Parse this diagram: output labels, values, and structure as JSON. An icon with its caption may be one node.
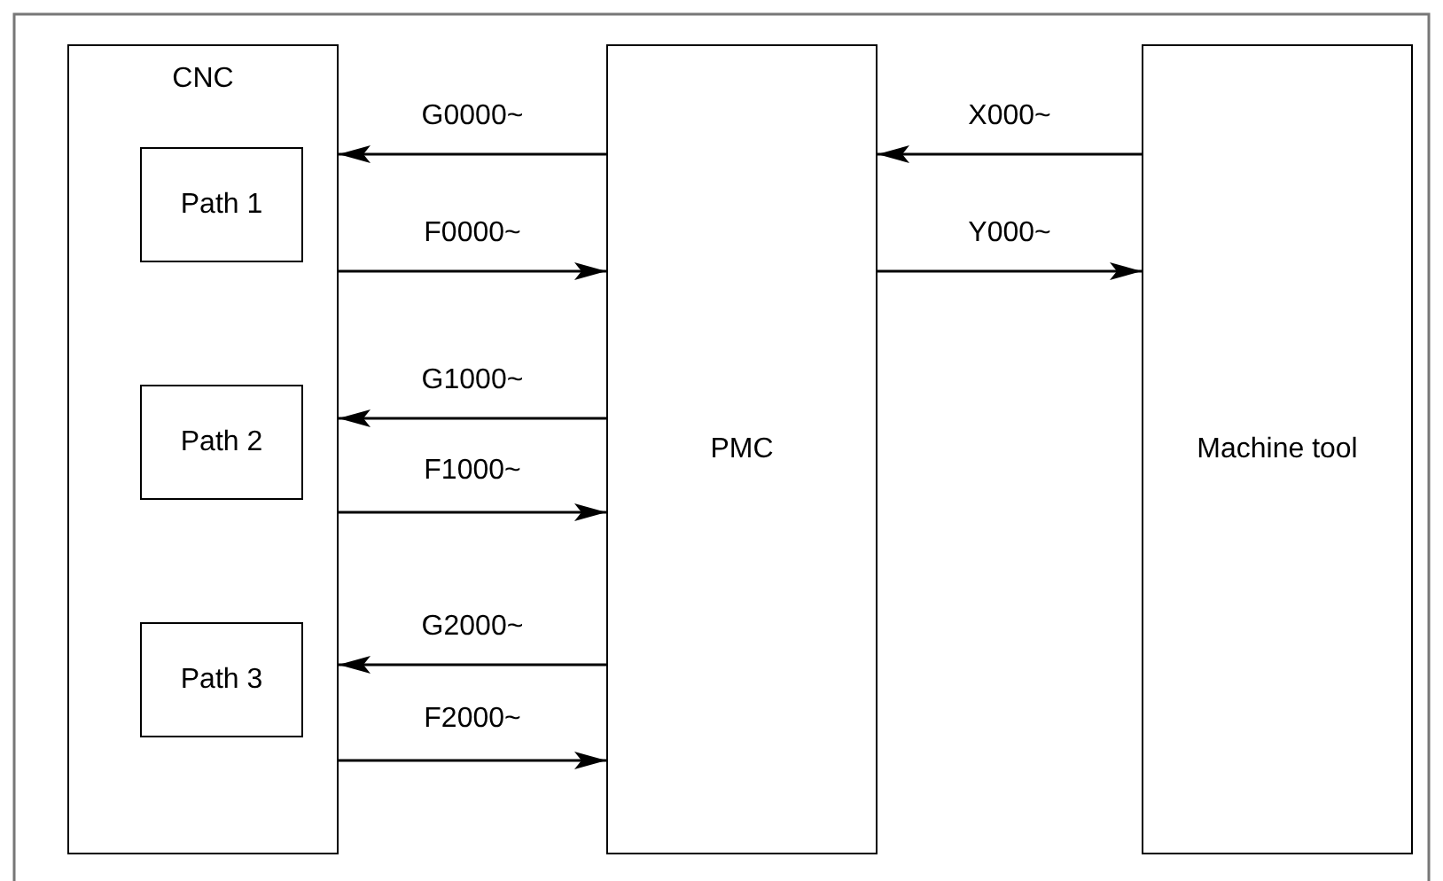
{
  "diagram": {
    "nodes": [
      {
        "text": [
          "CNC"
        ]
      },
      {
        "text": [
          "Path 1"
        ],
        "in": 0
      },
      {
        "text": [
          "Path 2"
        ],
        "in": 0
      },
      {
        "text": [
          "Path 3"
        ],
        "in": 0
      },
      {
        "text": [
          "PMC"
        ]
      },
      {
        "text": [
          "Machine tool"
        ]
      }
    ],
    "edges": [
      {
        "from": 4,
        "to": 0,
        "arrow": "to",
        "label": "G0000~"
      },
      {
        "from": 0,
        "to": 4,
        "arrow": "to",
        "label": "F0000~"
      },
      {
        "from": 4,
        "to": 0,
        "arrow": "to",
        "label": "G1000~"
      },
      {
        "from": 0,
        "to": 4,
        "arrow": "to",
        "label": "F1000~"
      },
      {
        "from": 4,
        "to": 0,
        "arrow": "to",
        "label": "G2000~"
      },
      {
        "from": 0,
        "to": 4,
        "arrow": "to",
        "label": "F2000~"
      },
      {
        "from": 5,
        "to": 4,
        "arrow": "to",
        "label": "X000~"
      },
      {
        "from": 4,
        "to": 5,
        "arrow": "to",
        "label": "Y000~"
      }
    ]
  }
}
